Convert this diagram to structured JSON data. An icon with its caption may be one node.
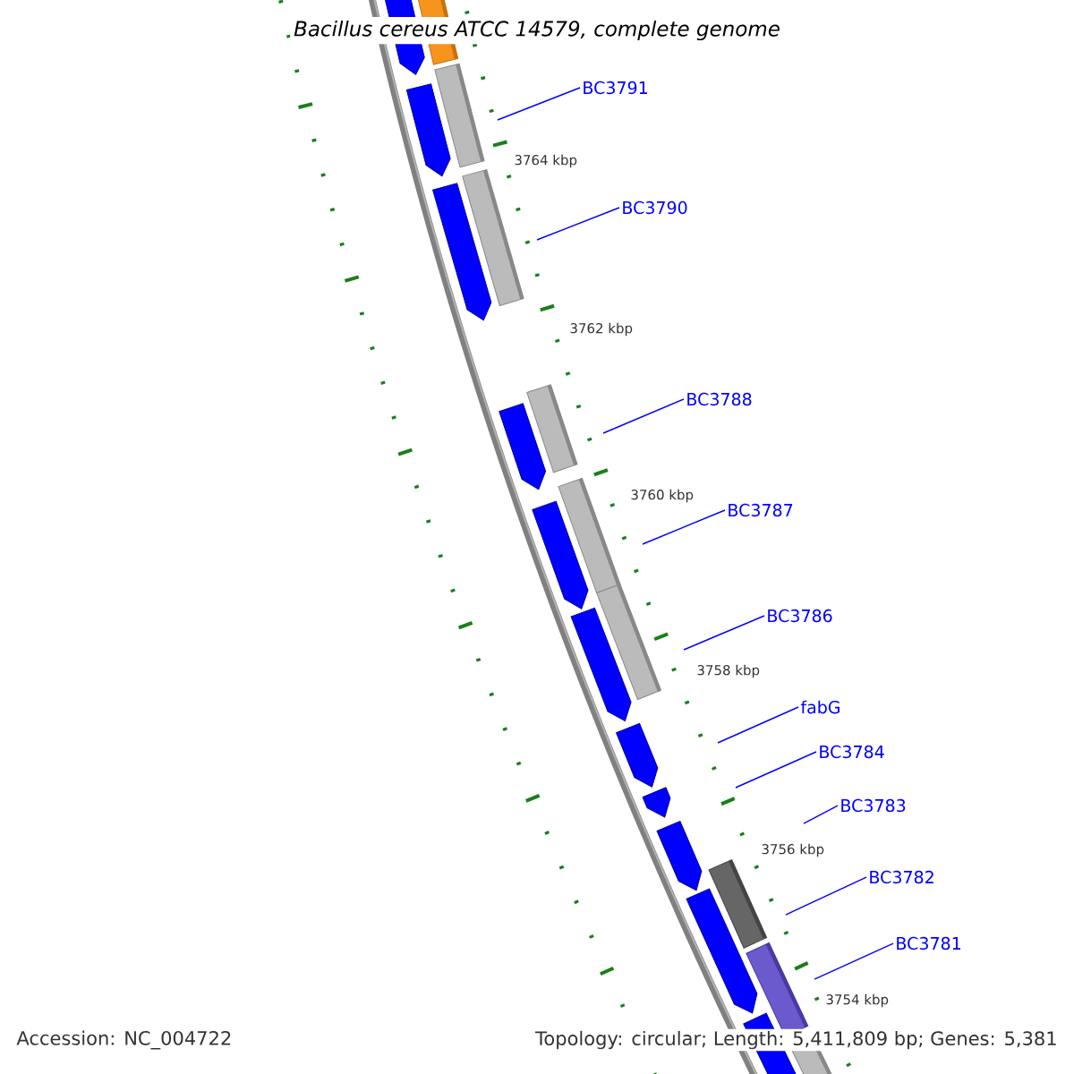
{
  "diagram": {
    "title": "Bacillus cereus ATCC 14579, complete genome",
    "nodes": [
      {
        "text": [
          "BC3791"
        ]
      },
      {
        "text": [
          "BC3790"
        ]
      },
      {
        "text": [
          "BC3788"
        ]
      },
      {
        "text": [
          "BC3787"
        ]
      },
      {
        "text": [
          "BC3786"
        ]
      },
      {
        "text": [
          "fabG"
        ]
      },
      {
        "text": [
          "BC3784"
        ]
      },
      {
        "text": [
          "BC3783"
        ]
      },
      {
        "text": [
          "BC3782"
        ]
      },
      {
        "text": [
          "BC3781"
        ]
      }
    ],
    "edges": [
      {
        "from": 0,
        "to": null,
        "arrow": "none"
      },
      {
        "from": 1,
        "to": null,
        "arrow": "none"
      },
      {
        "from": 2,
        "to": null,
        "arrow": "none"
      },
      {
        "from": 3,
        "to": null,
        "arrow": "none"
      },
      {
        "from": 4,
        "to": null,
        "arrow": "none"
      },
      {
        "from": 5,
        "to": null,
        "arrow": "none"
      },
      {
        "from": 6,
        "to": null,
        "arrow": "none"
      },
      {
        "from": 7,
        "to": null,
        "arrow": "none"
      },
      {
        "from": 8,
        "to": null,
        "arrow": "none"
      },
      {
        "from": 9,
        "to": null,
        "arrow": "none"
      }
    ],
    "labels": [
      "3764 kbp",
      "3762 kbp",
      "3760 kbp",
      "3758 kbp",
      "3756 kbp",
      "3754 kbp",
      "Accession: NC_004722",
      "Topology: circular; Length: 5,411,809 bp; Genes: 5,381"
    ]
  }
}
